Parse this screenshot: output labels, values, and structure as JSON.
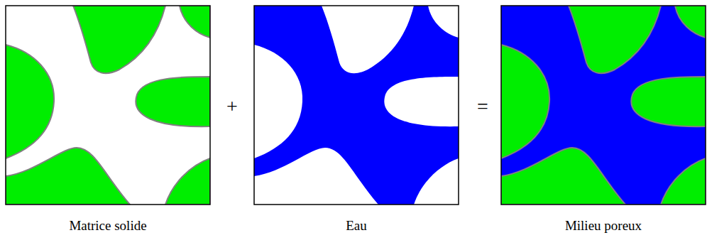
{
  "diagram": {
    "labels": [
      "Matrice solide",
      "+",
      "Eau",
      "=",
      "Milieu poreux"
    ]
  }
}
